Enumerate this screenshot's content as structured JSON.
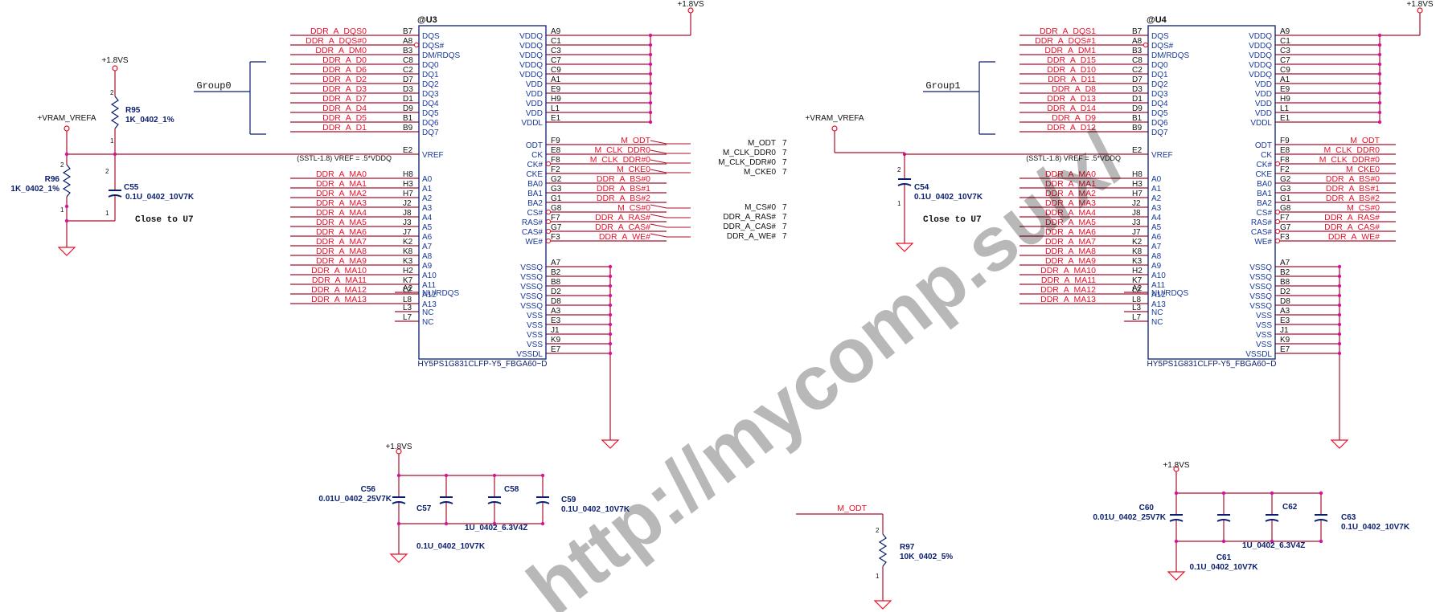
{
  "power": {
    "p18": "+1.8VS",
    "vref_net": "+VRAM_VREFA"
  },
  "chips": [
    {
      "refdes": "@U3",
      "part": "HY5PS1G831CLFP-Y5_FBGA60~D",
      "group": "Group0",
      "left_pins": [
        {
          "net": "DDR_A_DQS0",
          "pin": "B7",
          "name": "DQS",
          "bubble": false
        },
        {
          "net": "DDR_A_DQS#0",
          "pin": "A8",
          "name": "DQS#",
          "bubble": true
        },
        {
          "net": "DDR_A_DM0",
          "pin": "B3",
          "name": "DM/RDQS",
          "bubble": false
        },
        {
          "net": "DDR_A_D0",
          "pin": "C8",
          "name": "DQ0",
          "bubble": false
        },
        {
          "net": "DDR_A_D6",
          "pin": "C2",
          "name": "DQ1",
          "bubble": false
        },
        {
          "net": "DDR_A_D2",
          "pin": "D7",
          "name": "DQ2",
          "bubble": false
        },
        {
          "net": "DDR_A_D3",
          "pin": "D3",
          "name": "DQ3",
          "bubble": false
        },
        {
          "net": "DDR_A_D7",
          "pin": "D1",
          "name": "DQ4",
          "bubble": false
        },
        {
          "net": "DDR_A_D4",
          "pin": "D9",
          "name": "DQ5",
          "bubble": false
        },
        {
          "net": "DDR_A_D5",
          "pin": "B1",
          "name": "DQ6",
          "bubble": false
        },
        {
          "net": "DDR_A_D1",
          "pin": "B9",
          "name": "DQ7",
          "bubble": false
        },
        {
          "net": "DDR_A_MA0",
          "pin": "H8",
          "name": "A0",
          "bubble": false
        },
        {
          "net": "DDR_A_MA1",
          "pin": "H3",
          "name": "A1",
          "bubble": false
        },
        {
          "net": "DDR_A_MA2",
          "pin": "H7",
          "name": "A2",
          "bubble": false
        },
        {
          "net": "DDR_A_MA3",
          "pin": "J2",
          "name": "A3",
          "bubble": false
        },
        {
          "net": "DDR_A_MA4",
          "pin": "J8",
          "name": "A4",
          "bubble": false
        },
        {
          "net": "DDR_A_MA5",
          "pin": "J3",
          "name": "A5",
          "bubble": false
        },
        {
          "net": "DDR_A_MA6",
          "pin": "J7",
          "name": "A6",
          "bubble": false
        },
        {
          "net": "DDR_A_MA7",
          "pin": "K2",
          "name": "A7",
          "bubble": false
        },
        {
          "net": "DDR_A_MA8",
          "pin": "K8",
          "name": "A8",
          "bubble": false
        },
        {
          "net": "DDR_A_MA9",
          "pin": "K3",
          "name": "A9",
          "bubble": false
        },
        {
          "net": "DDR_A_MA10",
          "pin": "H2",
          "name": "A10",
          "bubble": false
        },
        {
          "net": "DDR_A_MA11",
          "pin": "K7",
          "name": "A11",
          "bubble": false
        },
        {
          "net": "DDR_A_MA12",
          "pin": "L2",
          "name": "A12",
          "bubble": false
        },
        {
          "net": "DDR_A_MA13",
          "pin": "L8",
          "name": "A13",
          "bubble": false
        }
      ],
      "right_pwr": [
        {
          "pin": "A9",
          "name": "VDDQ"
        },
        {
          "pin": "C1",
          "name": "VDDQ"
        },
        {
          "pin": "C3",
          "name": "VDDQ"
        },
        {
          "pin": "C7",
          "name": "VDDQ"
        },
        {
          "pin": "C9",
          "name": "VDDQ"
        },
        {
          "pin": "A1",
          "name": "VDD"
        },
        {
          "pin": "E9",
          "name": "VDD"
        },
        {
          "pin": "H9",
          "name": "VDD"
        },
        {
          "pin": "L1",
          "name": "VDD"
        },
        {
          "pin": "E1",
          "name": "VDDL"
        }
      ],
      "right_ctrl": [
        {
          "pin": "F9",
          "name": "ODT",
          "net": "M_ODT",
          "bubble": false
        },
        {
          "pin": "E8",
          "name": "CK",
          "net": "M_CLK_DDR0",
          "bubble": false
        },
        {
          "pin": "F8",
          "name": "CK#",
          "net": "M_CLK_DDR#0",
          "bubble": true
        },
        {
          "pin": "F2",
          "name": "CKE",
          "net": "M_CKE0",
          "bubble": false
        },
        {
          "pin": "G2",
          "name": "BA0",
          "net": "DDR_A_BS#0",
          "bubble": false
        },
        {
          "pin": "G3",
          "name": "BA1",
          "net": "DDR_A_BS#1",
          "bubble": false
        },
        {
          "pin": "G1",
          "name": "BA2",
          "net": "DDR_A_BS#2",
          "bubble": false
        },
        {
          "pin": "G8",
          "name": "CS#",
          "net": "M_CS#0",
          "bubble": true
        },
        {
          "pin": "F7",
          "name": "RAS#",
          "net": "DDR_A_RAS#",
          "bubble": true
        },
        {
          "pin": "G7",
          "name": "CAS#",
          "net": "DDR_A_CAS#",
          "bubble": true
        },
        {
          "pin": "F3",
          "name": "WE#",
          "net": "DDR_A_WE#",
          "bubble": true
        }
      ],
      "right_gnd": [
        {
          "pin": "A7",
          "name": "VSSQ"
        },
        {
          "pin": "B2",
          "name": "VSSQ"
        },
        {
          "pin": "B8",
          "name": "VSSQ"
        },
        {
          "pin": "D2",
          "name": "VSSQ"
        },
        {
          "pin": "D8",
          "name": "VSSQ"
        },
        {
          "pin": "A3",
          "name": "VSS"
        },
        {
          "pin": "E3",
          "name": "VSS"
        },
        {
          "pin": "J1",
          "name": "VSS"
        },
        {
          "pin": "K9",
          "name": "VSS"
        },
        {
          "pin": "E7",
          "name": "VSSDL"
        }
      ],
      "vref": {
        "pin": "E2",
        "name": "VREF",
        "note": "(SSTL-1.8) VREF = .5*VDDQ"
      },
      "misc_pins": [
        {
          "pin": "A2",
          "name": "NU/RDQS"
        },
        {
          "pin": "L3",
          "name": "NC"
        },
        {
          "pin": "L7",
          "name": "NC"
        }
      ],
      "offsheet": [
        {
          "net": "M_ODT",
          "sheet": "7"
        },
        {
          "net": "M_CLK_DDR0",
          "sheet": "7"
        },
        {
          "net": "M_CLK_DDR#0",
          "sheet": "7"
        },
        {
          "net": "M_CKE0",
          "sheet": "7"
        },
        {
          "net": "M_CS#0",
          "sheet": "7"
        },
        {
          "net": "DDR_A_RAS#",
          "sheet": "7"
        },
        {
          "net": "DDR_A_CAS#",
          "sheet": "7"
        },
        {
          "net": "DDR_A_WE#",
          "sheet": "7"
        }
      ]
    },
    {
      "refdes": "@U4",
      "part": "HY5PS1G831CLFP-Y5_FBGA60~D",
      "group": "Group1",
      "left_pins": [
        {
          "net": "DDR_A_DQS1",
          "pin": "B7",
          "name": "DQS",
          "bubble": false
        },
        {
          "net": "DDR_A_DQS#1",
          "pin": "A8",
          "name": "DQS#",
          "bubble": true
        },
        {
          "net": "DDR_A_DM1",
          "pin": "B3",
          "name": "DM/RDQS",
          "bubble": false
        },
        {
          "net": "DDR_A_D15",
          "pin": "C8",
          "name": "DQ0",
          "bubble": false
        },
        {
          "net": "DDR_A_D10",
          "pin": "C2",
          "name": "DQ1",
          "bubble": false
        },
        {
          "net": "DDR_A_D11",
          "pin": "D7",
          "name": "DQ2",
          "bubble": false
        },
        {
          "net": "DDR_A_D8",
          "pin": "D3",
          "name": "DQ3",
          "bubble": false
        },
        {
          "net": "DDR_A_D13",
          "pin": "D1",
          "name": "DQ4",
          "bubble": false
        },
        {
          "net": "DDR_A_D14",
          "pin": "D9",
          "name": "DQ5",
          "bubble": false
        },
        {
          "net": "DDR_A_D9",
          "pin": "B1",
          "name": "DQ6",
          "bubble": false
        },
        {
          "net": "DDR_A_D12",
          "pin": "B9",
          "name": "DQ7",
          "bubble": false
        },
        {
          "net": "DDR_A_MA0",
          "pin": "H8",
          "name": "A0",
          "bubble": false
        },
        {
          "net": "DDR_A_MA1",
          "pin": "H3",
          "name": "A1",
          "bubble": false
        },
        {
          "net": "DDR_A_MA2",
          "pin": "H7",
          "name": "A2",
          "bubble": false
        },
        {
          "net": "DDR_A_MA3",
          "pin": "J2",
          "name": "A3",
          "bubble": false
        },
        {
          "net": "DDR_A_MA4",
          "pin": "J8",
          "name": "A4",
          "bubble": false
        },
        {
          "net": "DDR_A_MA5",
          "pin": "J3",
          "name": "A5",
          "bubble": false
        },
        {
          "net": "DDR_A_MA6",
          "pin": "J7",
          "name": "A6",
          "bubble": false
        },
        {
          "net": "DDR_A_MA7",
          "pin": "K2",
          "name": "A7",
          "bubble": false
        },
        {
          "net": "DDR_A_MA8",
          "pin": "K8",
          "name": "A8",
          "bubble": false
        },
        {
          "net": "DDR_A_MA9",
          "pin": "K3",
          "name": "A9",
          "bubble": false
        },
        {
          "net": "DDR_A_MA10",
          "pin": "H2",
          "name": "A10",
          "bubble": false
        },
        {
          "net": "DDR_A_MA11",
          "pin": "K7",
          "name": "A11",
          "bubble": false
        },
        {
          "net": "DDR_A_MA12",
          "pin": "L2",
          "name": "A12",
          "bubble": false
        },
        {
          "net": "DDR_A_MA13",
          "pin": "L8",
          "name": "A13",
          "bubble": false
        }
      ],
      "right_pwr": [
        {
          "pin": "A9",
          "name": "VDDQ"
        },
        {
          "pin": "C1",
          "name": "VDDQ"
        },
        {
          "pin": "C3",
          "name": "VDDQ"
        },
        {
          "pin": "C7",
          "name": "VDDQ"
        },
        {
          "pin": "C9",
          "name": "VDDQ"
        },
        {
          "pin": "A1",
          "name": "VDD"
        },
        {
          "pin": "E9",
          "name": "VDD"
        },
        {
          "pin": "H9",
          "name": "VDD"
        },
        {
          "pin": "L1",
          "name": "VDD"
        },
        {
          "pin": "E1",
          "name": "VDDL"
        }
      ],
      "right_ctrl": [
        {
          "pin": "F9",
          "name": "ODT",
          "net": "M_ODT",
          "bubble": false
        },
        {
          "pin": "E8",
          "name": "CK",
          "net": "M_CLK_DDR0",
          "bubble": false
        },
        {
          "pin": "F8",
          "name": "CK#",
          "net": "M_CLK_DDR#0",
          "bubble": true
        },
        {
          "pin": "F2",
          "name": "CKE",
          "net": "M_CKE0",
          "bubble": false
        },
        {
          "pin": "G2",
          "name": "BA0",
          "net": "DDR_A_BS#0",
          "bubble": false
        },
        {
          "pin": "G3",
          "name": "BA1",
          "net": "DDR_A_BS#1",
          "bubble": false
        },
        {
          "pin": "G1",
          "name": "BA2",
          "net": "DDR_A_BS#2",
          "bubble": false
        },
        {
          "pin": "G8",
          "name": "CS#",
          "net": "M_CS#0",
          "bubble": true
        },
        {
          "pin": "F7",
          "name": "RAS#",
          "net": "DDR_A_RAS#",
          "bubble": true
        },
        {
          "pin": "G7",
          "name": "CAS#",
          "net": "DDR_A_CAS#",
          "bubble": true
        },
        {
          "pin": "F3",
          "name": "WE#",
          "net": "DDR_A_WE#",
          "bubble": true
        }
      ],
      "right_gnd": [
        {
          "pin": "A7",
          "name": "VSSQ"
        },
        {
          "pin": "B2",
          "name": "VSSQ"
        },
        {
          "pin": "B8",
          "name": "VSSQ"
        },
        {
          "pin": "D2",
          "name": "VSSQ"
        },
        {
          "pin": "D8",
          "name": "VSSQ"
        },
        {
          "pin": "A3",
          "name": "VSS"
        },
        {
          "pin": "E3",
          "name": "VSS"
        },
        {
          "pin": "J1",
          "name": "VSS"
        },
        {
          "pin": "K9",
          "name": "VSS"
        },
        {
          "pin": "E7",
          "name": "VSSDL"
        }
      ],
      "vref": {
        "pin": "E2",
        "name": "VREF",
        "note": "(SSTL-1.8) VREF = .5*VDDQ"
      },
      "misc_pins": [
        {
          "pin": "A2",
          "name": "NU/RDQS"
        },
        {
          "pin": "L3",
          "name": "NC"
        },
        {
          "pin": "L7",
          "name": "NC"
        }
      ],
      "offsheet": []
    }
  ],
  "vref_left": {
    "r95": {
      "ref": "R95",
      "val": "1K_0402_1%"
    },
    "r96": {
      "ref": "R96",
      "val": "1K_0402_1%"
    },
    "c55": {
      "ref": "C55",
      "val": "0.1U_0402_10V7K"
    },
    "close": "Close to U7"
  },
  "vref_right": {
    "c54": {
      "ref": "C54",
      "val": "0.1U_0402_10V7K"
    },
    "close": "Close to U7"
  },
  "decap_left": {
    "c56": {
      "ref": "C56",
      "val": "0.01U_0402_25V7K"
    },
    "c57": {
      "ref": "C57",
      "val": "0.1U_0402_10V7K"
    },
    "c58": {
      "ref": "C58",
      "val": "1U_0402_6.3V4Z"
    },
    "c59": {
      "ref": "C59",
      "val": "0.1U_0402_10V7K"
    }
  },
  "decap_right": {
    "c60": {
      "ref": "C60",
      "val": "0.01U_0402_25V7K"
    },
    "c61": {
      "ref": "C61",
      "val": "0.1U_0402_10V7K"
    },
    "c62": {
      "ref": "C62",
      "val": "1U_0402_6.3V4Z"
    },
    "c63": {
      "ref": "C63",
      "val": "0.1U_0402_10V7K"
    }
  },
  "odt_term": {
    "net": "M_ODT",
    "ref": "R97",
    "val": "10K_0402_5%"
  },
  "watermark": "http://mycomp.su/x/"
}
